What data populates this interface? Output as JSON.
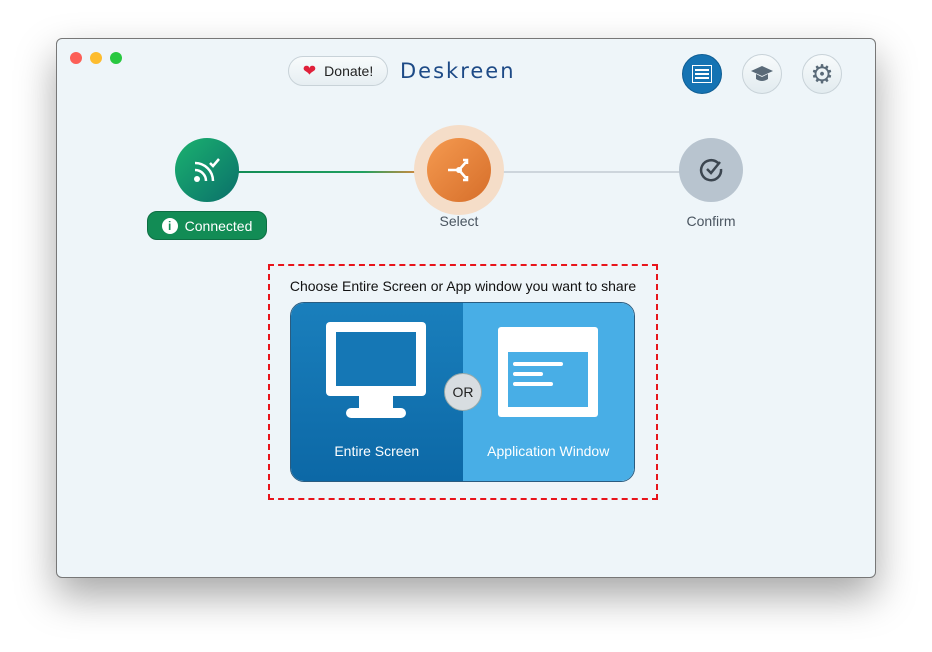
{
  "header": {
    "donate_label": "Donate!",
    "app_title": "Deskreen"
  },
  "steps": [
    {
      "label": "Connected"
    },
    {
      "label": "Select"
    },
    {
      "label": "Confirm"
    }
  ],
  "share": {
    "prompt": "Choose Entire Screen or App window you want to share",
    "entire_screen": "Entire Screen",
    "or": "OR",
    "app_window": "Application Window"
  },
  "colors": {
    "accent": "#1573b3",
    "connected": "#128c55",
    "select": "#ef8a3e",
    "confirm": "#b8c4cf"
  }
}
